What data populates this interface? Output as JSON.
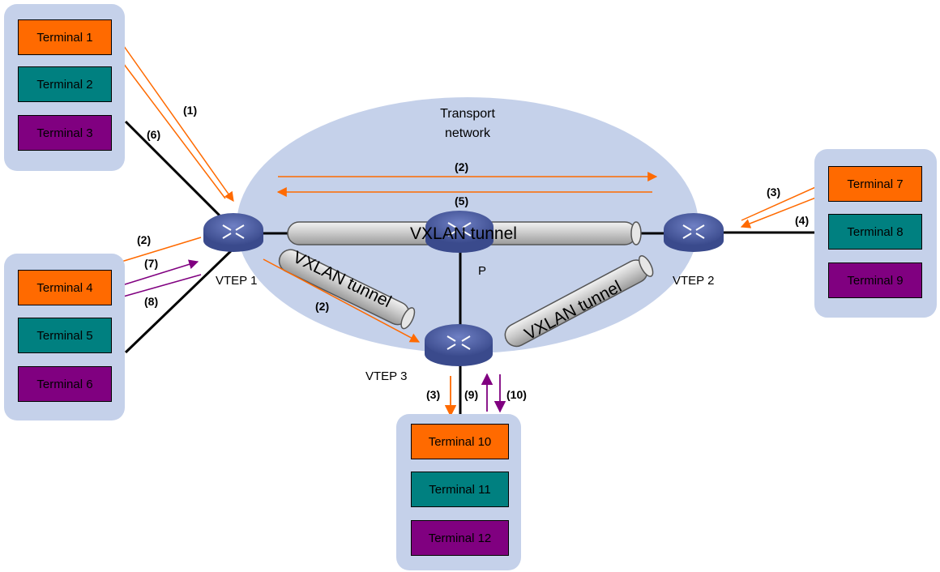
{
  "network": {
    "label": "Transport\nnetwork"
  },
  "devices": {
    "vtep1": "VTEP 1",
    "vtep2": "VTEP 2",
    "vtep3": "VTEP 3",
    "p": "P"
  },
  "tunnels": {
    "label": "VXLAN tunnel"
  },
  "groups": [
    {
      "terminals": [
        "Terminal 1",
        "Terminal 2",
        "Terminal 3"
      ]
    },
    {
      "terminals": [
        "Terminal 4",
        "Terminal 5",
        "Terminal 6"
      ]
    },
    {
      "terminals": [
        "Terminal 7",
        "Terminal 8",
        "Terminal 9"
      ]
    },
    {
      "terminals": [
        "Terminal 10",
        "Terminal 11",
        "Terminal 12"
      ]
    }
  ],
  "steps": {
    "s1": "(1)",
    "s2": "(2)",
    "s3": "(3)",
    "s4": "(4)",
    "s5": "(5)",
    "s6": "(6)",
    "s7": "(7)",
    "s8": "(8)",
    "s9": "(9)",
    "s10": "(10)"
  },
  "colors": {
    "network_fill": "#c5d1ea",
    "orange_flow": "#ff6a00",
    "purple_flow": "#800080",
    "device": "#4a5a9c"
  }
}
